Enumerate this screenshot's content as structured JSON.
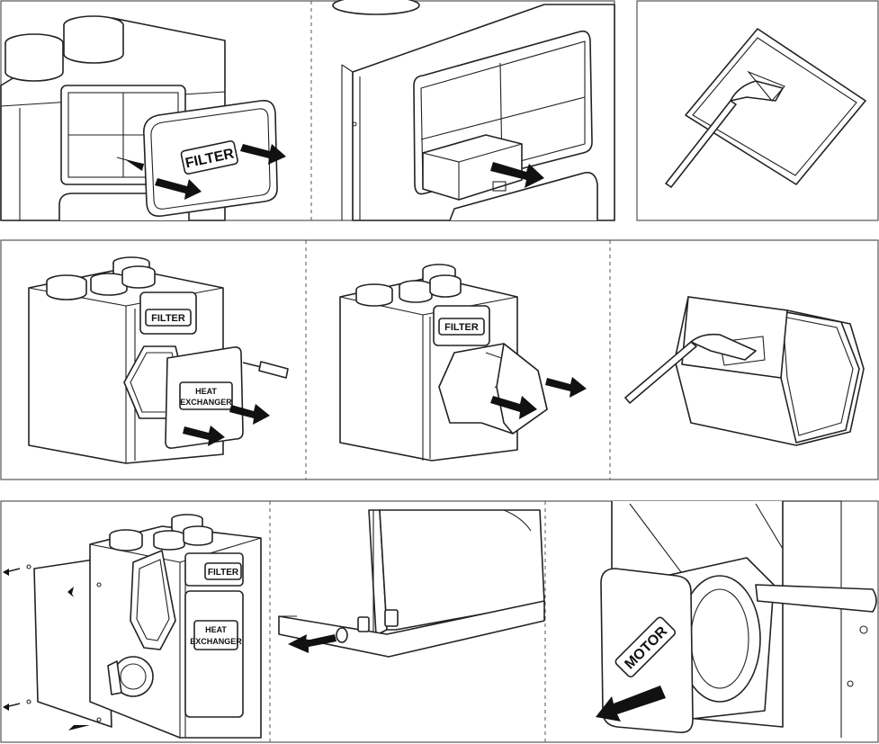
{
  "labels": {
    "filter_panel": "FILTER",
    "unit_filter_1": "FILTER",
    "heat_exchanger_line1": "HEAT",
    "heat_exchanger_line2": "EXCHANGER",
    "unit_filter_2": "FILTER",
    "unit_filter_3": "FILTER",
    "unit_heat_line1": "HEAT",
    "unit_heat_line2": "EXCHANGER",
    "motor_panel": "MOTOR"
  },
  "icons": [
    "arrow-icon",
    "screwdriver-icon",
    "vacuum-hose-icon",
    "screw-icon"
  ]
}
